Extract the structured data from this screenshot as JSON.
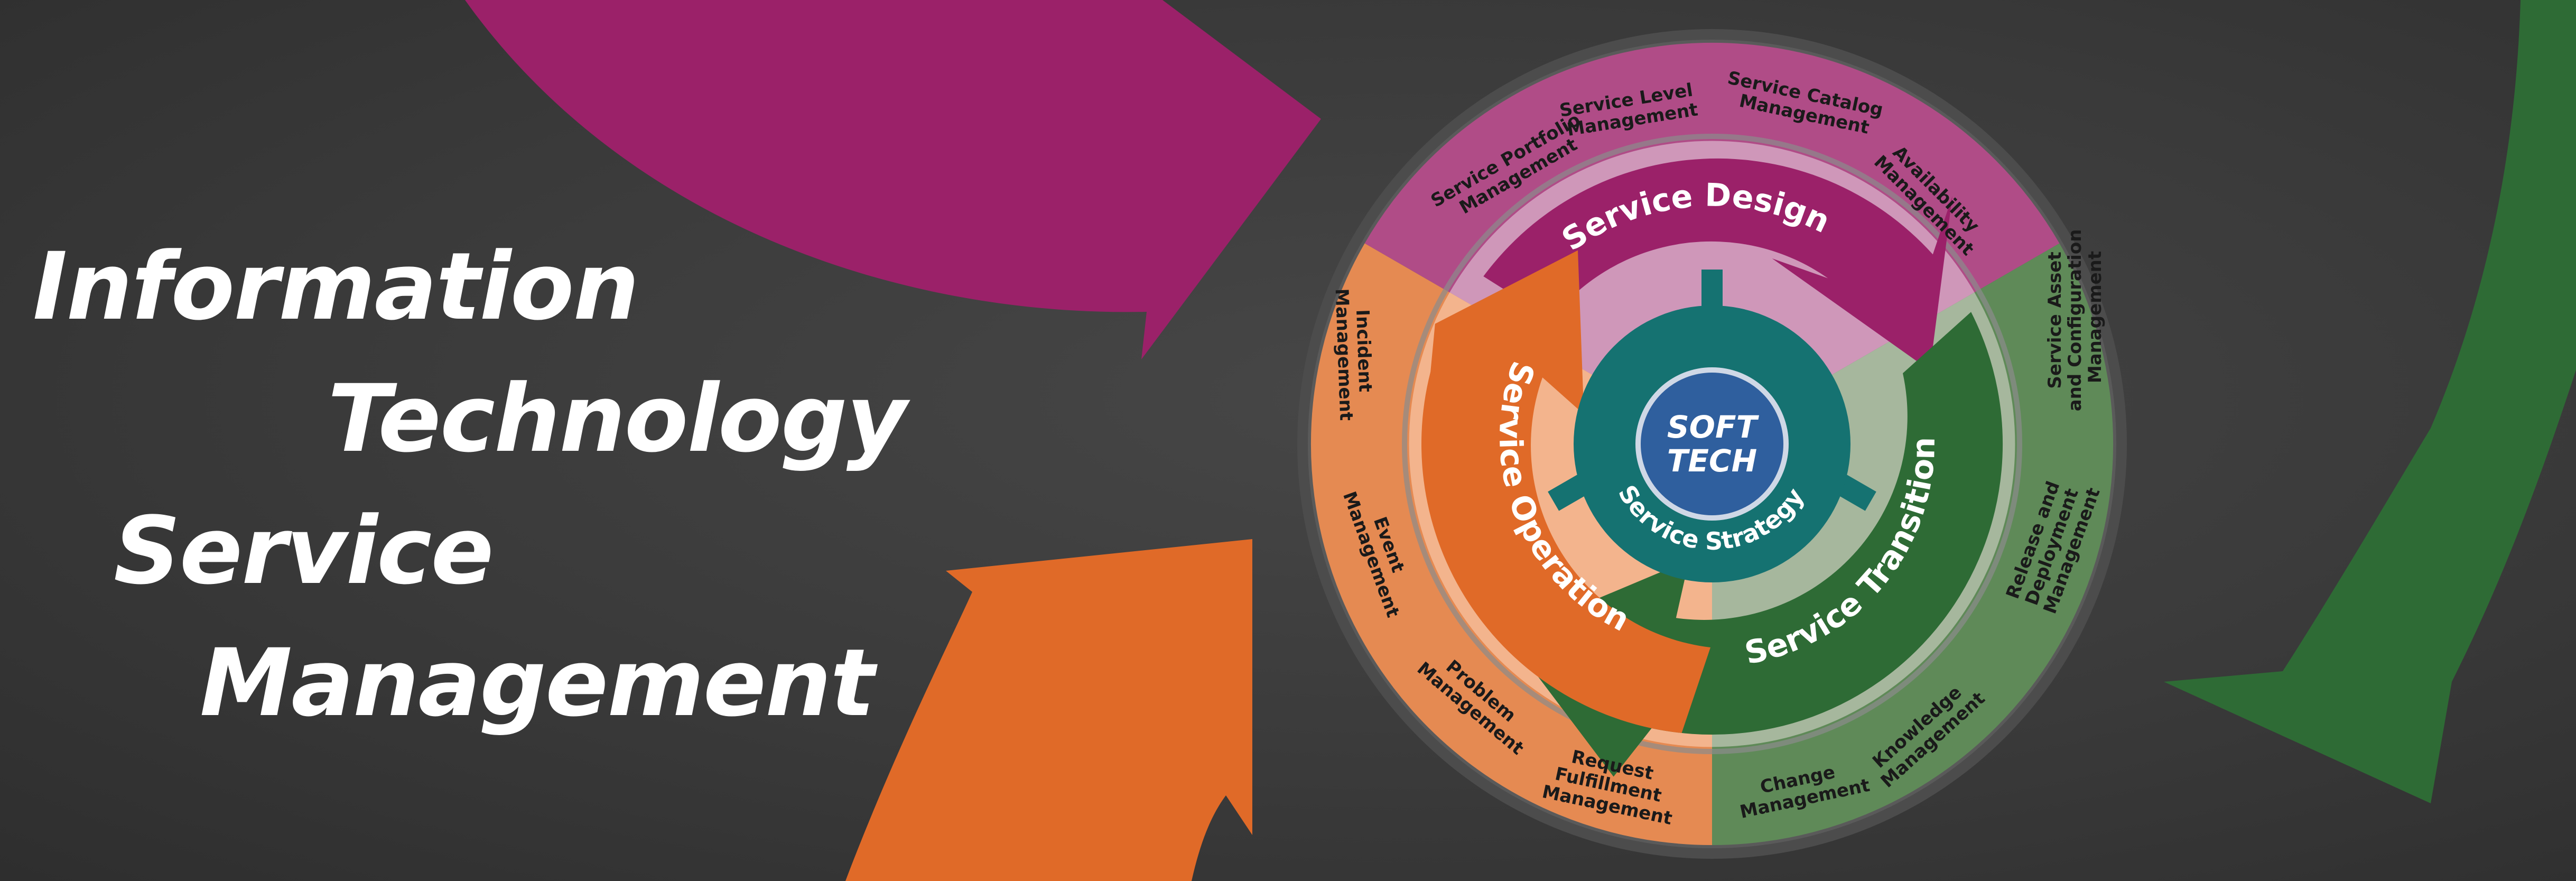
{
  "title_lines": [
    "Information",
    "Technology",
    "Service",
    "Management"
  ],
  "colors": {
    "background": "#3b3b3b",
    "design": "#9b2169",
    "transition": "#2e6b35",
    "operation": "#e06a28",
    "strategy": "#157271",
    "core": "#2f5f9e",
    "text_light": "#ffffff",
    "text_dark": "#1a1a1a"
  },
  "center": {
    "line1": "SOFT",
    "line2": "TECH"
  },
  "strategy_label": "Service Strategy",
  "stages": {
    "design": "Service Design",
    "transition": "Service Transition",
    "operation": "Service Operation"
  },
  "processes": {
    "design": [
      [
        "Service Portfolio",
        "Management"
      ],
      [
        "Service Level",
        "Management"
      ],
      [
        "Service Catalog",
        "Management"
      ],
      [
        "Availability",
        "Management"
      ]
    ],
    "transition": [
      [
        "Service Asset",
        "and Configuration",
        "Management"
      ],
      [
        "Release and",
        "Deployment",
        "Management"
      ],
      [
        "Knowledge",
        "Management"
      ],
      [
        "Change",
        "Management"
      ]
    ],
    "operation": [
      [
        "Request",
        "Fulfillment",
        "Management"
      ],
      [
        "Problem",
        "Management"
      ],
      [
        "Event",
        "Management"
      ],
      [
        "Incident",
        "Management"
      ]
    ]
  }
}
